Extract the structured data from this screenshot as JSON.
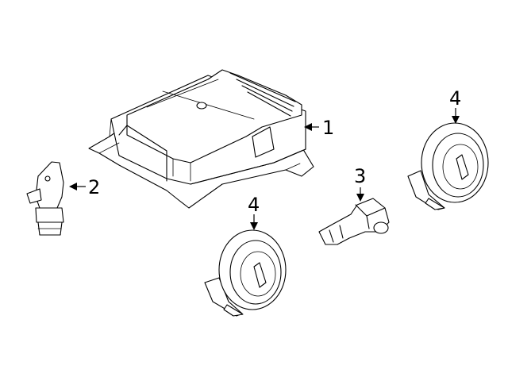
{
  "callouts": [
    {
      "id": "1",
      "label": "1"
    },
    {
      "id": "2",
      "label": "2"
    },
    {
      "id": "3",
      "label": "3"
    },
    {
      "id": "4a",
      "label": "4"
    },
    {
      "id": "4b",
      "label": "4"
    }
  ],
  "colors": {
    "line": "#000000",
    "background": "#ffffff"
  }
}
